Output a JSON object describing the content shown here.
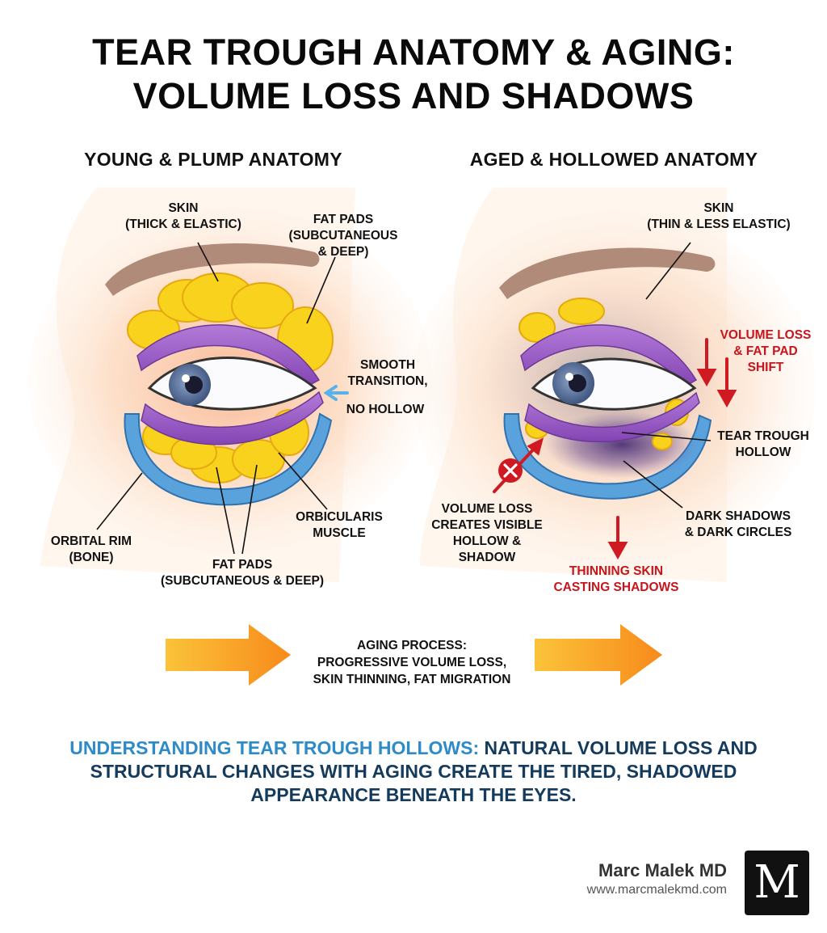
{
  "title_line1": "TEAR TROUGH ANATOMY & AGING:",
  "title_line2": "VOLUME LOSS AND SHADOWS",
  "young": {
    "heading": "YOUNG & PLUMP ANATOMY",
    "labels": {
      "skin": "SKIN\n(THICK & ELASTIC)",
      "fat_pads_top": "FAT PADS\n(SUBCUTANEOUS\n& DEEP)",
      "smooth": "SMOOTH\nTRANSITION,",
      "no_hollow": "NO HOLLOW",
      "orbital_rim": "ORBITAL RIM\n(BONE)",
      "fat_pads_bottom": "FAT PADS\n(SUBCUTANEOUS & DEEP)",
      "orbicularis": "ORBICULARIS\nMUSCLE"
    }
  },
  "aged": {
    "heading": "AGED & HOLLOWED ANATOMY",
    "labels": {
      "skin": "SKIN\n(THIN & LESS ELASTIC)",
      "volume_loss_shift": "VOLUME LOSS\n& FAT PAD\nSHIFT",
      "tear_trough": "TEAR TROUGH\nHOLLOW",
      "volume_loss_hollow": "VOLUME LOSS\nCREATES VISIBLE\nHOLLOW &\nSHADOW",
      "dark_shadows": "DARK SHADOWS\n& DARK CIRCLES",
      "thinning_skin": "THINNING SKIN\nCASTING SHADOWS"
    }
  },
  "process_text": "AGING PROCESS:\nPROGRESSIVE VOLUME LOSS,\nSKIN THINNING, FAT MIGRATION",
  "summary": {
    "highlight": "UNDERSTANDING TEAR TROUGH HOLLOWS:",
    "rest": " NATURAL VOLUME LOSS AND STRUCTURAL CHANGES WITH AGING CREATE THE TIRED, SHADOWED APPEARANCE BENEATH THE EYES."
  },
  "brand": {
    "name": "Marc Malek MD",
    "url": "www.marcmalekmd.com",
    "logo_letter": "M"
  },
  "colors": {
    "fat": "#f9d21e",
    "muscle": "#9b5cc4",
    "bone": "#4f9ad8",
    "skin": "#fde2c8",
    "warning": "#c8141c",
    "arrow": "#f7a21b",
    "accent": "#2e8bc9"
  }
}
